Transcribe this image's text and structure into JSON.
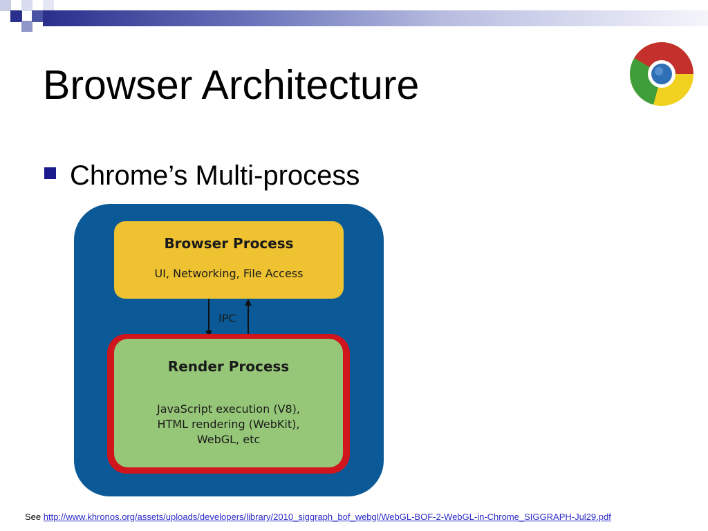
{
  "slide": {
    "title": "Browser Architecture",
    "bullet": "Chrome’s Multi-process",
    "logo_icon": "chrome-logo-icon"
  },
  "diagram": {
    "browser_process": {
      "title": "Browser Process",
      "subtitle": "UI, Networking, File Access"
    },
    "ipc_label": "IPC",
    "render_process": {
      "title": "Render Process",
      "lines": [
        "JavaScript execution (V8),",
        "HTML rendering (WebKit),",
        "WebGL, etc"
      ]
    },
    "colors": {
      "outer": "#0b5a97",
      "browser": "#efc232",
      "render": "#96c778",
      "render_border": "#d0161c"
    }
  },
  "footer": {
    "prefix": "See ",
    "link_text": "http://www.khronos.org/assets/uploads/developers/library/2010_siggraph_bof_webgl/WebGL-BOF-2-WebGL-in-Chrome_SIGGRAPH-Jul29.pdf"
  }
}
